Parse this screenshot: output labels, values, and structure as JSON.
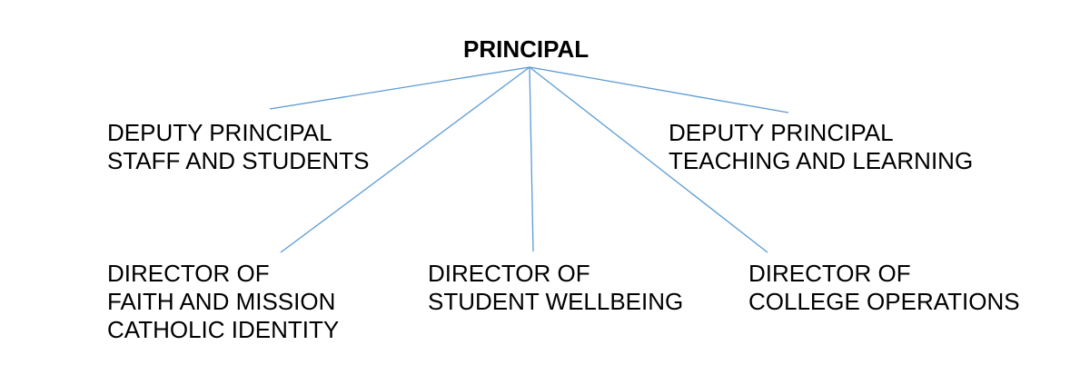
{
  "chart": {
    "root": {
      "title": "PRINCIPAL"
    },
    "deputies": [
      {
        "lines": [
          "DEPUTY PRINCIPAL",
          "STAFF AND STUDENTS"
        ]
      },
      {
        "lines": [
          "DEPUTY PRINCIPAL",
          "TEACHING AND LEARNING"
        ]
      }
    ],
    "directors": [
      {
        "lines": [
          "DIRECTOR OF",
          "FAITH AND MISSION",
          "CATHOLIC IDENTITY"
        ]
      },
      {
        "lines": [
          "DIRECTOR OF",
          "STUDENT WELLBEING"
        ]
      },
      {
        "lines": [
          "DIRECTOR OF",
          "COLLEGE OPERATIONS"
        ]
      }
    ]
  },
  "colors": {
    "connector": "#5b9bd5",
    "text": "#000000"
  }
}
